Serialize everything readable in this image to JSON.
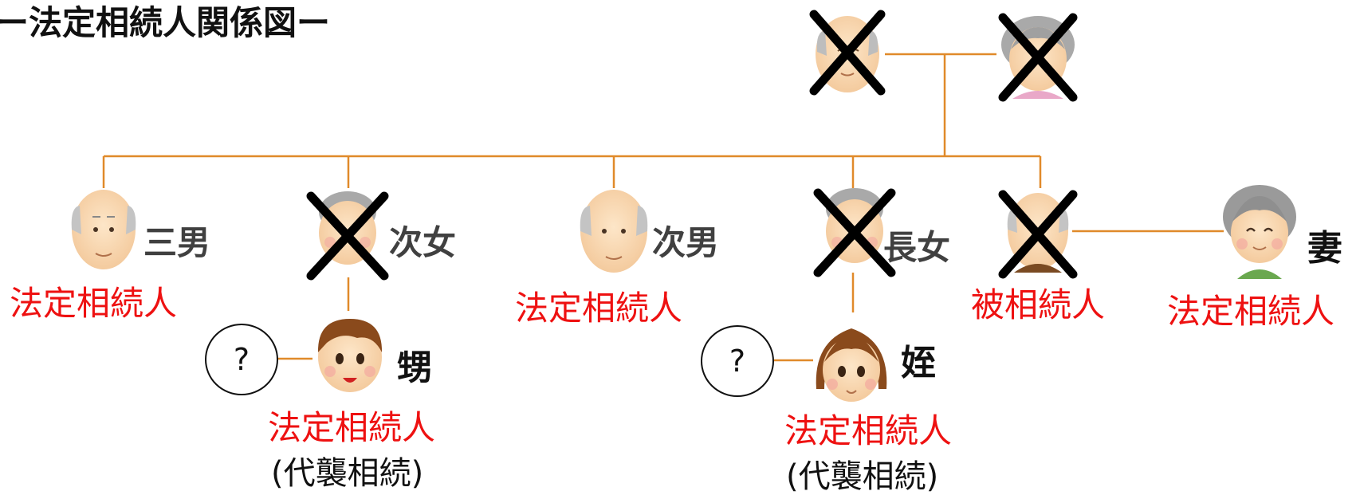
{
  "title": "ー法定相続人関係図ー",
  "colors": {
    "line": "#e08a2a",
    "legal_heir_text": "#ee1111",
    "cross": "#000000",
    "role_text": "#404040"
  },
  "status": {
    "legal_heir": "法定相続人",
    "decedent": "被相続人",
    "representation": "(代襲相続)"
  },
  "unknown_mark": "?",
  "people": {
    "grandfather": {
      "icon": "elderly-man-icon",
      "deceased": true
    },
    "grandmother": {
      "icon": "elderly-woman-icon",
      "deceased": true
    },
    "third_son": {
      "role": "三男",
      "icon": "elderly-man-icon",
      "deceased": false
    },
    "second_daughter": {
      "role": "次女",
      "icon": "elderly-woman-icon",
      "deceased": true
    },
    "second_son": {
      "role": "次男",
      "icon": "elderly-man-icon",
      "deceased": false
    },
    "eldest_daughter": {
      "role": "長女",
      "icon": "elderly-woman-icon",
      "deceased": true
    },
    "decedent": {
      "icon": "elderly-man-icon",
      "deceased": true
    },
    "wife": {
      "role": "妻",
      "icon": "elderly-woman-icon",
      "deceased": false
    },
    "nephew": {
      "role": "甥",
      "icon": "boy-icon"
    },
    "niece": {
      "role": "姪",
      "icon": "girl-icon"
    }
  }
}
